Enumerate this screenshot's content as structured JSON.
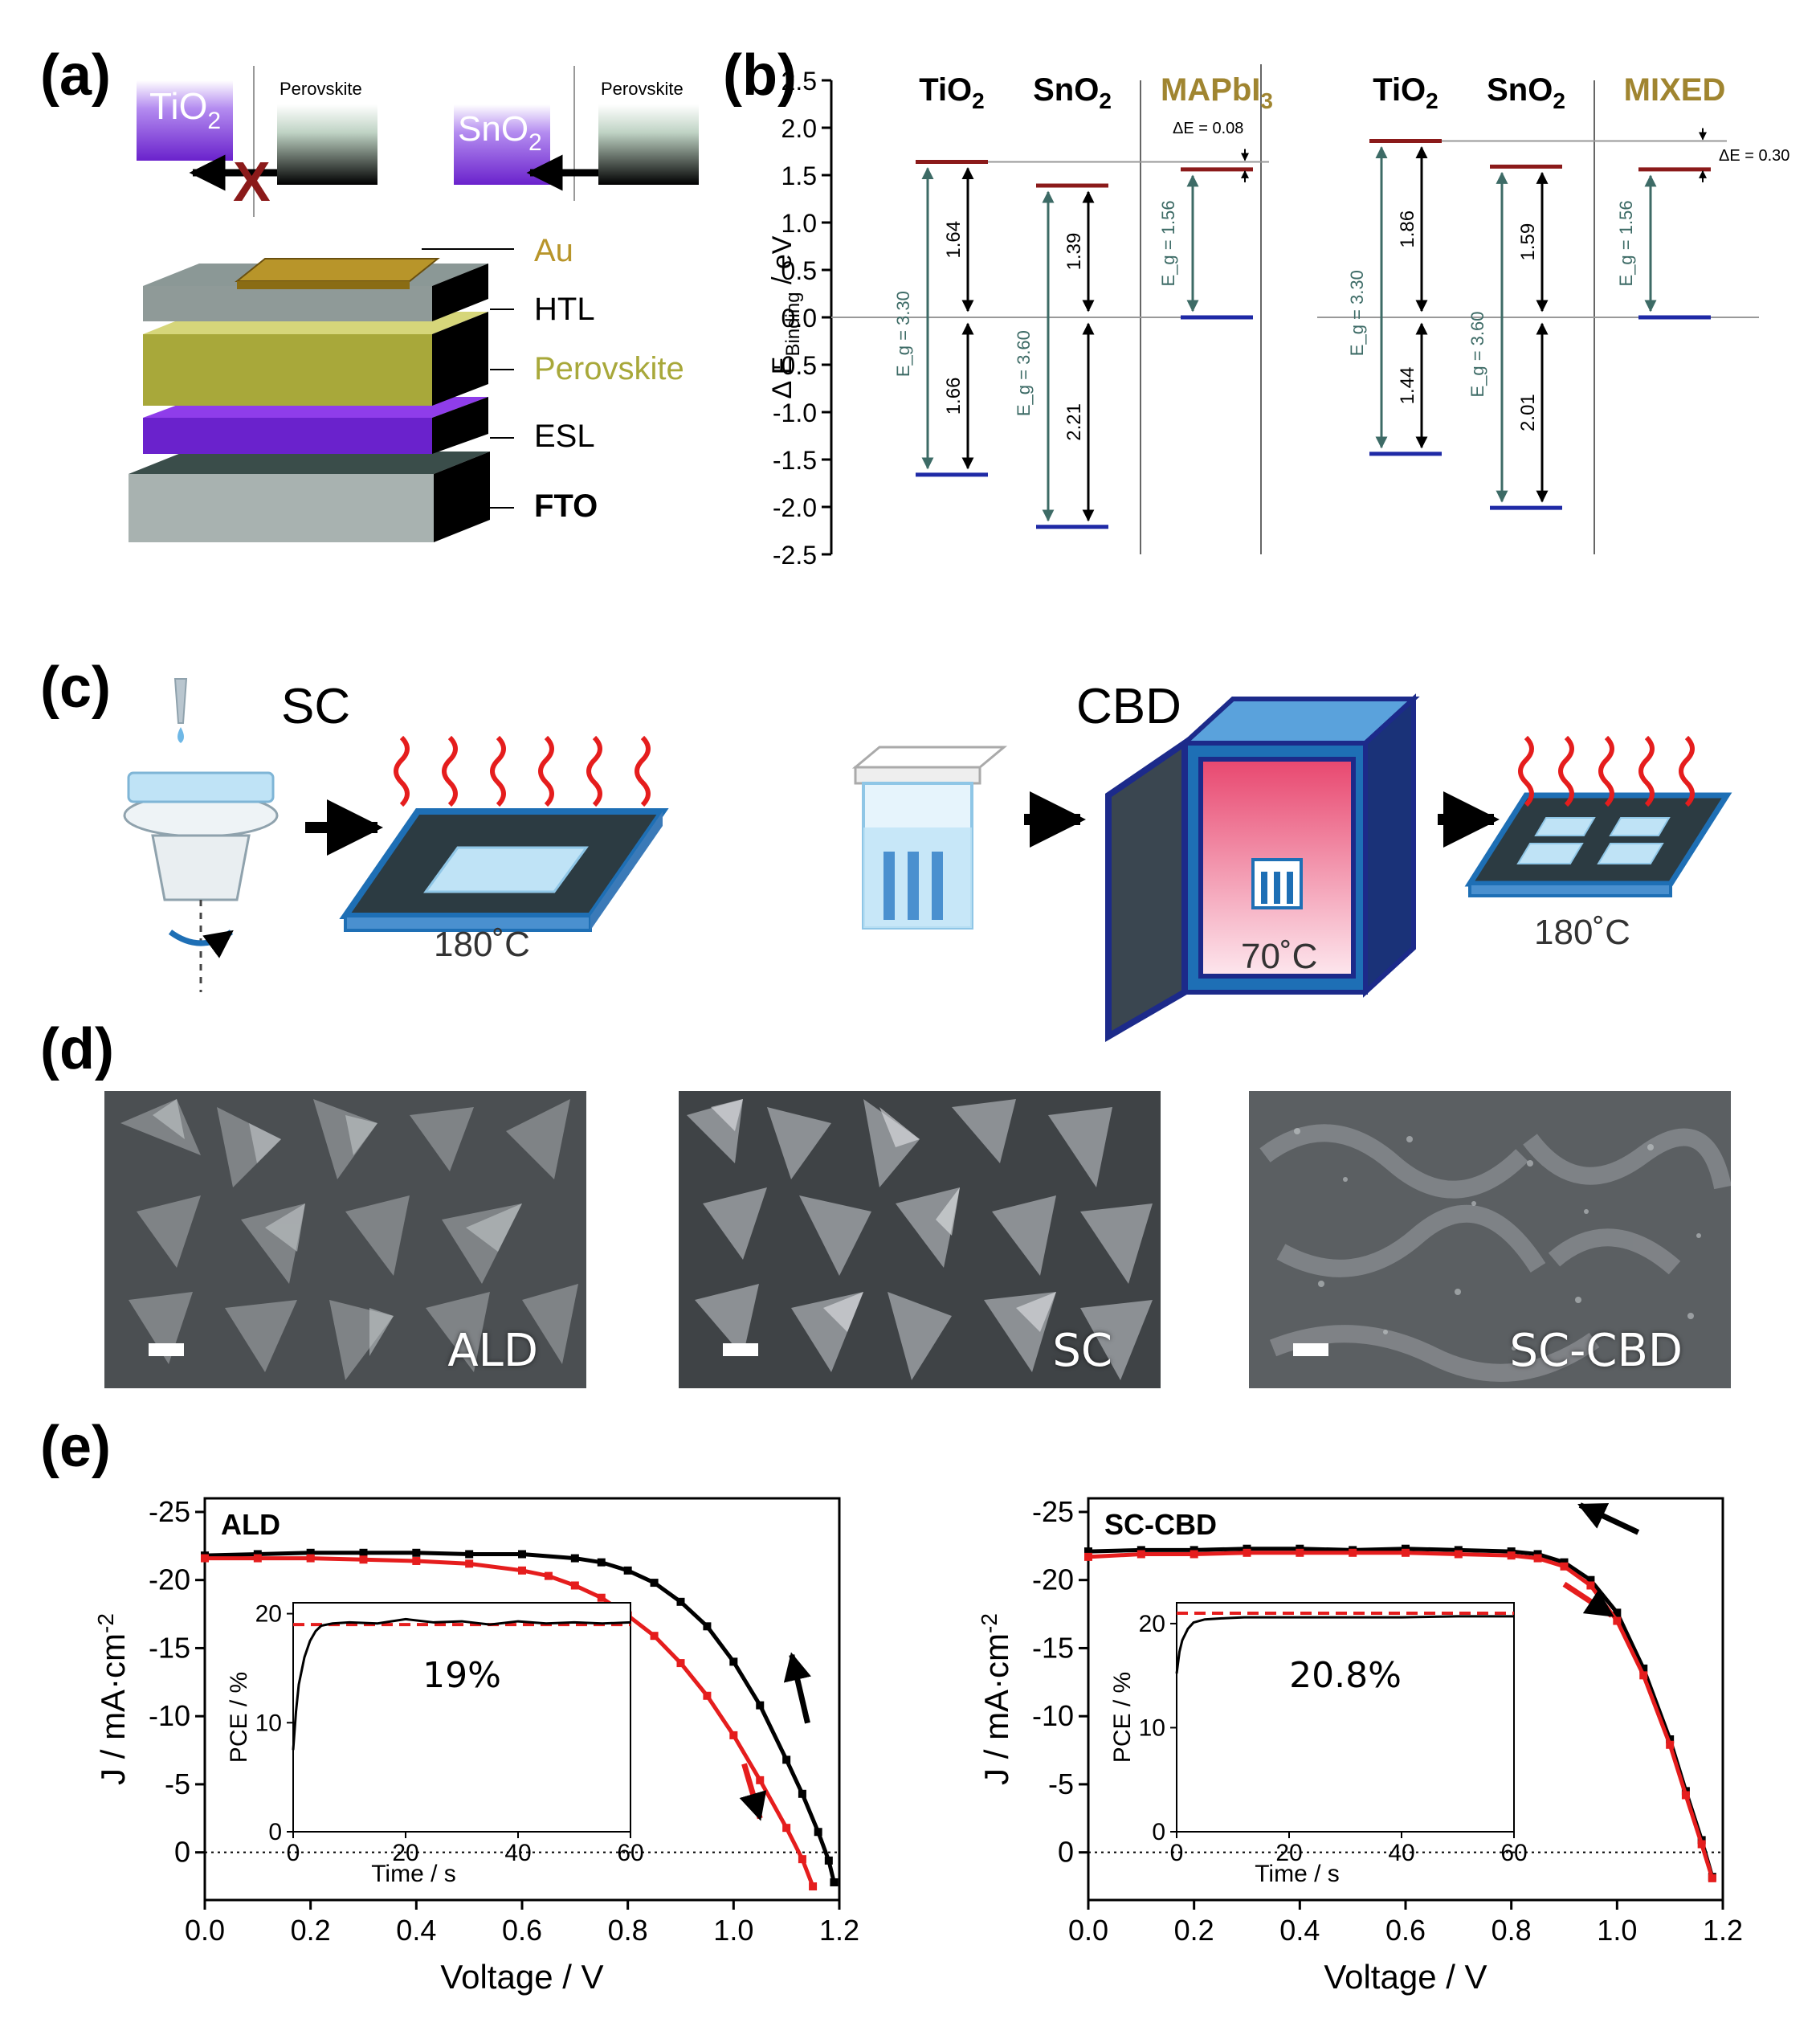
{
  "panels": {
    "a": {
      "letter": "(a)",
      "tio2": "TiO",
      "tio2_sub": "2",
      "sno2": "SnO",
      "sno2_sub": "2",
      "perovskite_small": "Perovskite",
      "cross": "X",
      "layers": [
        "Au",
        "HTL",
        "Perovskite",
        "ESL",
        "FTO"
      ]
    },
    "b": {
      "letter": "(b)"
    },
    "c": {
      "letter": "(c)",
      "sc_title": "SC",
      "cbd_title": "CBD",
      "temp_sc": "180˚C",
      "temp_oven": "70˚C",
      "temp_cbd": "180˚C"
    },
    "d": {
      "letter": "(d)",
      "labels": [
        "ALD",
        "SC",
        "SC-CBD"
      ]
    },
    "e": {
      "letter": "(e)"
    }
  },
  "colors": {
    "purple": "#6a22cc",
    "olive": "#a8a83a",
    "gold": "#b8952a",
    "red": "#e51d1d",
    "dark_red": "#8b1a1a",
    "navy": "#1f2aa6",
    "teal": "#3d6b66",
    "blue_box": "#1e6fb5"
  },
  "chart_data": [
    {
      "id": "band-diagram",
      "type": "bar",
      "ylabel": "Δ E",
      "ylabel_sub": "Binding",
      "ylabel_unit": " / eV",
      "ylim": [
        -2.5,
        2.5
      ],
      "yticks": [
        "2.5",
        "2.0",
        "1.5",
        "1.0",
        "0.5",
        "0.0",
        "-0.5",
        "-1.0",
        "-1.5",
        "-2.0",
        "-2.5"
      ],
      "groups": [
        {
          "headers": [
            {
              "t": "TiO",
              "s": "2"
            },
            {
              "t": "SnO",
              "s": "2"
            },
            {
              "t": "MAPbI",
              "s": "3",
              "gold": true
            }
          ],
          "cb": [
            1.64,
            1.39,
            1.56
          ],
          "vb": [
            -1.66,
            -2.21,
            0.0
          ],
          "eg": [
            "E_g = 3.30",
            "E_g = 3.60",
            "E_g = 1.56"
          ],
          "cb_gap": [
            "1.64",
            "1.39",
            null
          ],
          "vb_gap": [
            "1.66",
            "2.21",
            null
          ],
          "delta": "ΔE = 0.08",
          "ref_line": 1.64
        },
        {
          "headers": [
            {
              "t": "TiO",
              "s": "2"
            },
            {
              "t": "SnO",
              "s": "2"
            },
            {
              "t": "MIXED",
              "s": "",
              "gold": true
            }
          ],
          "cb": [
            1.86,
            1.59,
            1.56
          ],
          "vb": [
            -1.44,
            -2.01,
            0.0
          ],
          "eg": [
            "E_g = 3.30",
            "E_g = 3.60",
            "E_g = 1.56"
          ],
          "cb_gap": [
            "1.86",
            "1.59",
            null
          ],
          "vb_gap": [
            "1.44",
            "2.01",
            null
          ],
          "delta": "ΔE = 0.30",
          "ref_line": 1.86
        }
      ]
    },
    {
      "id": "jv-ald",
      "type": "line",
      "title": "ALD",
      "xlabel": "Voltage / V",
      "ylabel": "J / mA·cm",
      "ylabel_sup": "-2",
      "xlim": [
        0.0,
        1.2
      ],
      "ylim": [
        -26,
        3.5
      ],
      "xticks": [
        "0.0",
        "0.2",
        "0.4",
        "0.6",
        "0.8",
        "1.0",
        "1.2"
      ],
      "yticks": [
        "-25",
        "-20",
        "-15",
        "-10",
        "-5",
        "0"
      ],
      "series": [
        {
          "color": "black",
          "x": [
            0.0,
            0.1,
            0.2,
            0.3,
            0.4,
            0.5,
            0.6,
            0.7,
            0.75,
            0.8,
            0.85,
            0.9,
            0.95,
            1.0,
            1.05,
            1.1,
            1.13,
            1.16,
            1.18,
            1.19
          ],
          "y": [
            -21.8,
            -21.9,
            -22.0,
            -22.0,
            -22.0,
            -21.9,
            -21.9,
            -21.6,
            -21.3,
            -20.7,
            -19.8,
            -18.4,
            -16.6,
            -14.0,
            -10.8,
            -6.8,
            -4.3,
            -1.5,
            0.6,
            2.2
          ]
        },
        {
          "color": "red",
          "x": [
            0.0,
            0.1,
            0.2,
            0.3,
            0.4,
            0.5,
            0.6,
            0.65,
            0.7,
            0.75,
            0.8,
            0.85,
            0.9,
            0.95,
            1.0,
            1.05,
            1.1,
            1.13,
            1.15
          ],
          "y": [
            -21.6,
            -21.6,
            -21.6,
            -21.5,
            -21.4,
            -21.2,
            -20.7,
            -20.3,
            -19.6,
            -18.7,
            -17.4,
            -15.9,
            -13.9,
            -11.5,
            -8.6,
            -5.3,
            -1.8,
            0.5,
            2.5
          ]
        }
      ],
      "inset": {
        "xlabel": "Time / s",
        "ylabel": "PCE / %",
        "xlim": [
          0,
          60
        ],
        "ylim": [
          0,
          21
        ],
        "xticks": [
          "0",
          "20",
          "40",
          "60"
        ],
        "yticks": [
          "0",
          "10",
          "20"
        ],
        "annotation": "19%",
        "dashed": 19.0,
        "x": [
          0,
          0.5,
          1,
          2,
          3,
          4,
          5,
          7,
          10,
          15,
          20,
          25,
          30,
          35,
          40,
          45,
          50,
          55,
          60
        ],
        "y": [
          7.5,
          11,
          13.5,
          16,
          17.5,
          18.4,
          18.9,
          19.1,
          19.2,
          19.1,
          19.5,
          19.2,
          19.3,
          19.0,
          19.3,
          19.1,
          19.2,
          19.1,
          19.2
        ]
      }
    },
    {
      "id": "jv-sc-cbd",
      "type": "line",
      "title": "SC-CBD",
      "xlabel": "Voltage / V",
      "ylabel": "J / mA·cm",
      "ylabel_sup": "-2",
      "xlim": [
        0.0,
        1.2
      ],
      "ylim": [
        -26,
        3.5
      ],
      "xticks": [
        "0.0",
        "0.2",
        "0.4",
        "0.6",
        "0.8",
        "1.0",
        "1.2"
      ],
      "yticks": [
        "-25",
        "-20",
        "-15",
        "-10",
        "-5",
        "0"
      ],
      "series": [
        {
          "color": "black",
          "x": [
            0.0,
            0.1,
            0.2,
            0.3,
            0.4,
            0.5,
            0.6,
            0.7,
            0.8,
            0.85,
            0.9,
            0.95,
            1.0,
            1.05,
            1.1,
            1.13,
            1.16,
            1.18
          ],
          "y": [
            -22.1,
            -22.2,
            -22.2,
            -22.3,
            -22.3,
            -22.2,
            -22.3,
            -22.2,
            -22.1,
            -21.9,
            -21.3,
            -20.0,
            -17.6,
            -13.5,
            -8.3,
            -4.5,
            -0.9,
            1.8
          ]
        },
        {
          "color": "red",
          "x": [
            0.0,
            0.1,
            0.2,
            0.3,
            0.4,
            0.5,
            0.6,
            0.7,
            0.8,
            0.85,
            0.9,
            0.95,
            1.0,
            1.05,
            1.1,
            1.13,
            1.16,
            1.18
          ],
          "y": [
            -21.7,
            -21.9,
            -21.9,
            -22.0,
            -22.0,
            -22.0,
            -22.0,
            -21.9,
            -21.8,
            -21.6,
            -21.0,
            -19.6,
            -17.0,
            -13.0,
            -7.9,
            -4.2,
            -0.6,
            1.9
          ]
        }
      ],
      "inset": {
        "xlabel": "Time / s",
        "ylabel": "PCE / %",
        "xlim": [
          0,
          60
        ],
        "ylim": [
          0,
          22
        ],
        "xticks": [
          "0",
          "20",
          "40",
          "60"
        ],
        "yticks": [
          "0",
          "10",
          "20"
        ],
        "annotation": "20.8%",
        "dashed": 21.0,
        "x": [
          0,
          0.5,
          1,
          2,
          3,
          5,
          8,
          12,
          20,
          30,
          40,
          50,
          60
        ],
        "y": [
          15.2,
          17.3,
          18.4,
          19.5,
          20.1,
          20.4,
          20.5,
          20.6,
          20.6,
          20.6,
          20.6,
          20.7,
          20.7
        ]
      }
    }
  ]
}
